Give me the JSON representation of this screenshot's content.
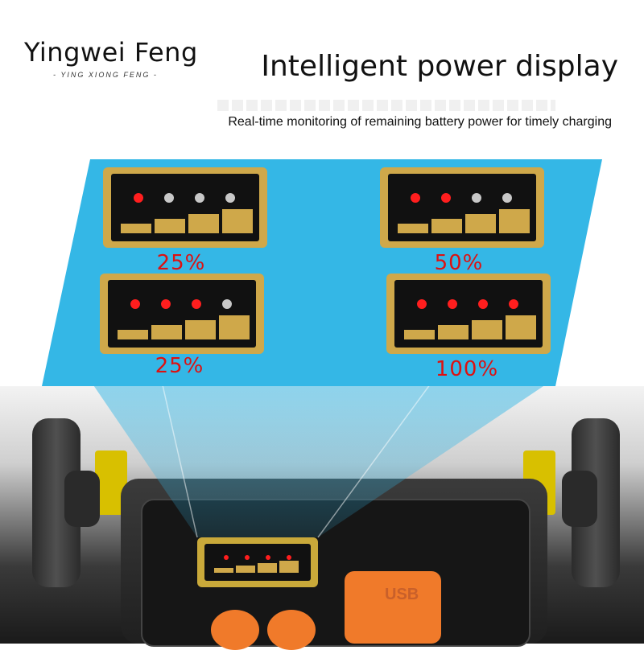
{
  "brand": {
    "name": "Yingwei Feng",
    "tagline": "- YING XIONG FENG -"
  },
  "headline": "Intelligent power display",
  "subline": "Real-time monitoring of remaining battery power for timely charging",
  "colors": {
    "panel_blue": "#34b7e6",
    "led_on": "#ff1e1e",
    "led_off": "#c8c8c8",
    "indicator_gold": "#cfa84a",
    "percent_red": "#dd1111",
    "button_orange": "#f07a2a"
  },
  "indicators": [
    {
      "percent_label": "25%",
      "leds_on": 1,
      "leds_total": 4
    },
    {
      "percent_label": "50%",
      "leds_on": 2,
      "leds_total": 4
    },
    {
      "percent_label": "25%",
      "leds_on": 3,
      "leds_total": 4
    },
    {
      "percent_label": "100%",
      "leds_on": 4,
      "leds_total": 4
    }
  ],
  "device": {
    "usb_label": "USB",
    "mini_leds_on": 4
  }
}
